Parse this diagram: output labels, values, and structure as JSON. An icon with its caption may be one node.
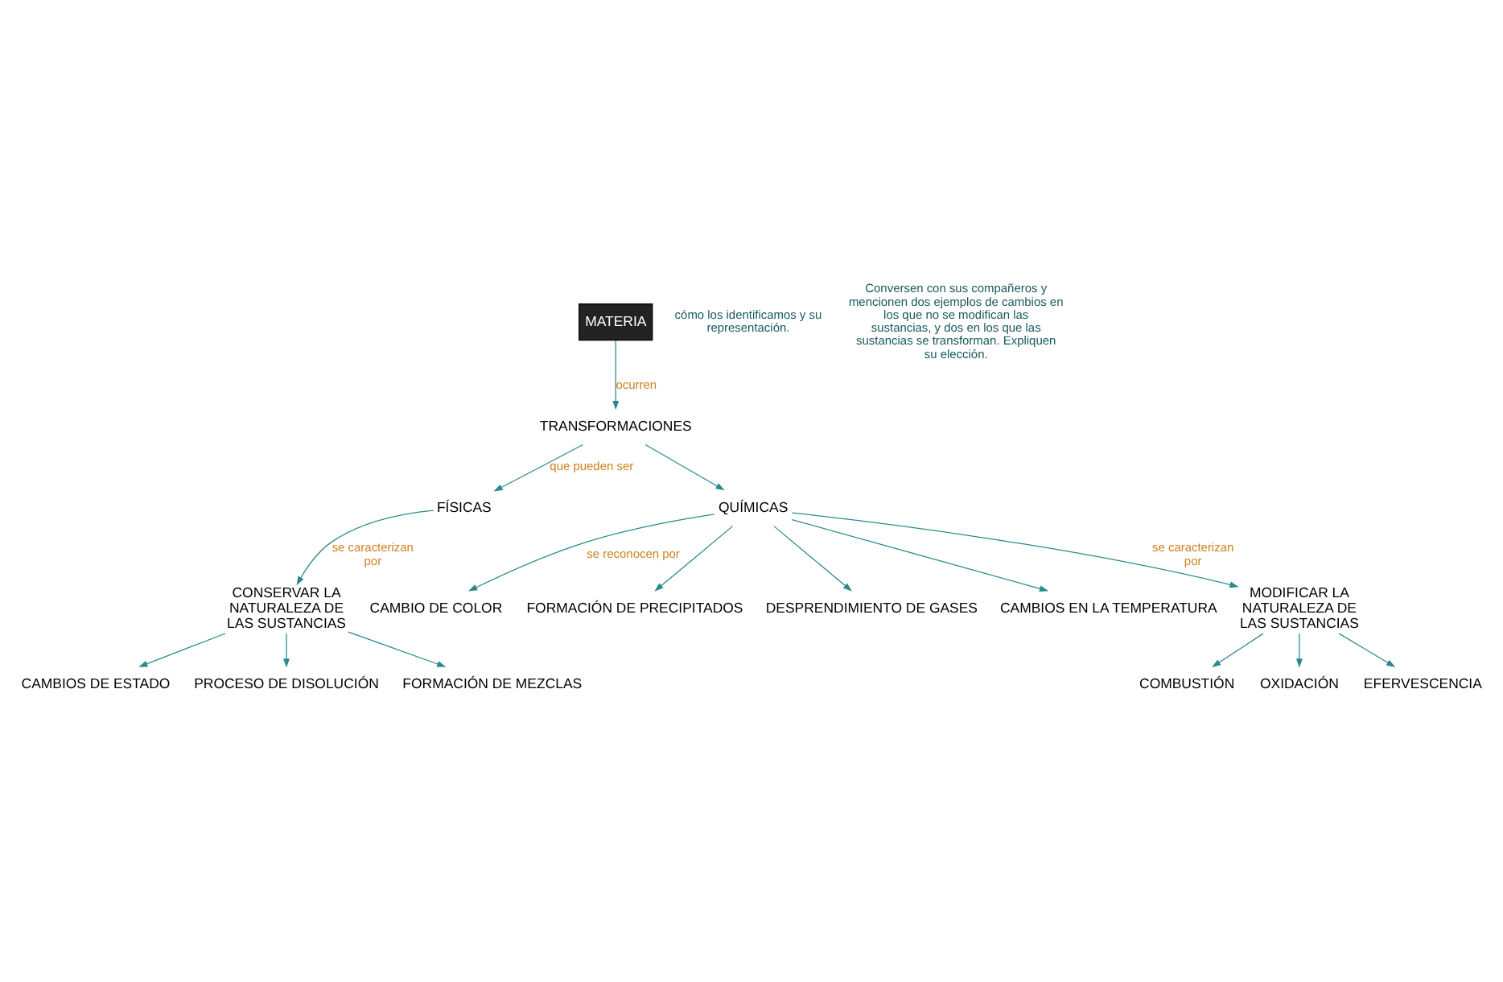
{
  "diagram": {
    "nodes": [
      {
        "text": [
          "MATERIA"
        ]
      },
      {
        "text": [
          "TRANSFORMACIONES"
        ]
      },
      {
        "text": [
          "FÍSICAS"
        ]
      },
      {
        "text": [
          "QUÍMICAS"
        ]
      },
      {
        "text": [
          "CAMBIO DE COLOR"
        ]
      },
      {
        "text": [
          "FORMACIÓN DE PRECIPITADOS"
        ]
      },
      {
        "text": [
          "DESPRENDIMIENTO DE GASES"
        ]
      },
      {
        "text": [
          "CAMBIOS EN LA TEMPERATURA"
        ]
      },
      {
        "text": [
          "CONSERVAR LA NATURALEZA DE LAS SUSTANCIAS"
        ]
      },
      {
        "text": [
          "MODIFICAR LA NATURALEZA DE LAS SUSTANCIAS"
        ]
      },
      {
        "text": [
          "CAMBIOS DE ESTADO"
        ]
      },
      {
        "text": [
          "PROCESO DE DISOLUCIÓN"
        ]
      },
      {
        "text": [
          "FORMACIÓN DE MEZCLAS"
        ]
      },
      {
        "text": [
          "COMBUSTIÓN"
        ]
      },
      {
        "text": [
          "OXIDACIÓN"
        ]
      },
      {
        "text": [
          "EFERVESCENCIA"
        ]
      }
    ],
    "edges": [
      {
        "from": 0,
        "to": 1,
        "arrow": "to",
        "label": "ocurren"
      },
      {
        "from": 1,
        "to": 2,
        "arrow": "to",
        "label": "que pueden ser"
      },
      {
        "from": 1,
        "to": 3,
        "arrow": "to"
      },
      {
        "from": 3,
        "to": 4,
        "arrow": "to",
        "label": "se reconocen por"
      },
      {
        "from": 3,
        "to": 5,
        "arrow": "to"
      },
      {
        "from": 3,
        "to": 6,
        "arrow": "to"
      },
      {
        "from": 3,
        "to": 7,
        "arrow": "to"
      },
      {
        "from": 2,
        "to": 8,
        "arrow": "to",
        "label": "se caracterizan por"
      },
      {
        "from": 3,
        "to": 9,
        "arrow": "to",
        "label": "se caracterizan por"
      },
      {
        "from": 8,
        "to": 10,
        "arrow": "to"
      },
      {
        "from": 8,
        "to": 11,
        "arrow": "to"
      },
      {
        "from": 8,
        "to": 12,
        "arrow": "to"
      },
      {
        "from": 9,
        "to": 13,
        "arrow": "to"
      },
      {
        "from": 9,
        "to": 14,
        "arrow": "to"
      },
      {
        "from": 9,
        "to": 15,
        "arrow": "to"
      }
    ],
    "labels": [
      "cómo los identificamos y su representación.",
      "Conversen con sus compañeros y mencionen dos ejemplos de cambios en los que no se modifican las sustancias, y dos en los que las sustancias se transforman. Expliquen su elección."
    ]
  }
}
